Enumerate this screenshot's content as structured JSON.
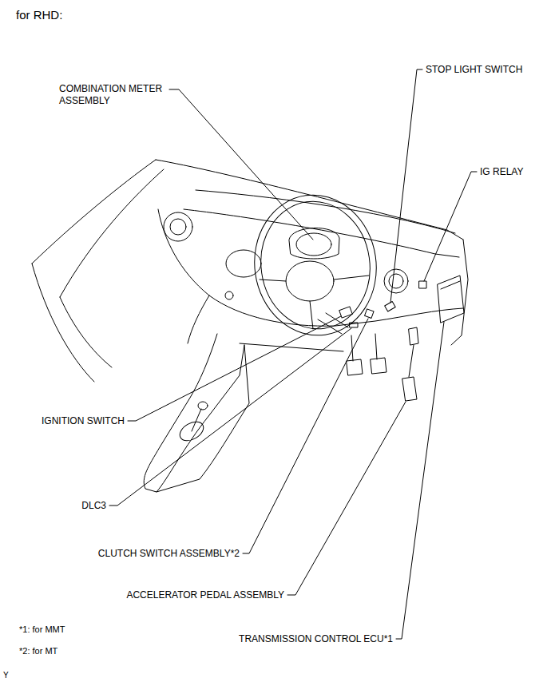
{
  "diagram": {
    "title": "for RHD:",
    "labels": [
      "COMBINATION METER ASSEMBLY",
      "STOP LIGHT SWITCH",
      "IG RELAY",
      "IGNITION SWITCH",
      "DLC3",
      "CLUTCH SWITCH ASSEMBLY*2",
      "ACCELERATOR PEDAL ASSEMBLY",
      "*1: for MMT",
      "TRANSMISSION CONTROL ECU*1",
      "*2: for MT",
      "Y"
    ]
  }
}
